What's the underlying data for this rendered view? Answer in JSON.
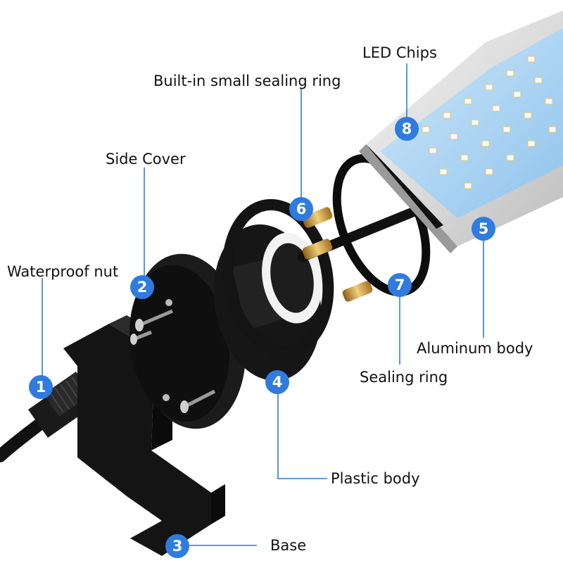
{
  "callouts": [
    {
      "num": "1",
      "label": "Waterproof nut"
    },
    {
      "num": "2",
      "label": "Side Cover"
    },
    {
      "num": "3",
      "label": "Base"
    },
    {
      "num": "4",
      "label": "Plastic body"
    },
    {
      "num": "5",
      "label": "Aluminum body"
    },
    {
      "num": "6",
      "label": "Built-in small sealing ring"
    },
    {
      "num": "7",
      "label": "Sealing ring"
    },
    {
      "num": "8",
      "label": "LED Chips"
    }
  ],
  "colors": {
    "badge": "#2f7be0",
    "leader": "#2f7be0",
    "parts": "#111111",
    "led_panel": "#a9d4f2",
    "brass": "#c99a3b"
  }
}
